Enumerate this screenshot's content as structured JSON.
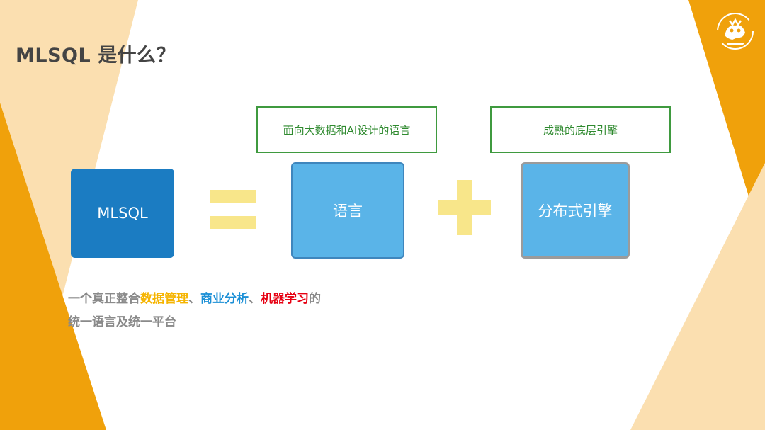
{
  "slide": {
    "title": "MLSQL 是什么？"
  },
  "labels": {
    "top_left": "面向大数据和AI设计的语言",
    "top_right": "成熟的底层引擎"
  },
  "blocks": {
    "mlsql": "MLSQL",
    "language": "语言",
    "engine": "分布式引擎"
  },
  "symbols": {
    "equals": "equals-sign",
    "plus": "plus-sign"
  },
  "tagline": {
    "line1": {
      "prefix": "一个真正整合",
      "data_mgmt": "数据管理",
      "sep1": "、",
      "biz_analysis": "商业分析",
      "sep2": "、",
      "ml": "机器学习",
      "suffix": "的"
    },
    "line2": "统一语言及统一平台"
  },
  "colors": {
    "orange": "#f0a10b",
    "peach": "#fbdfb0",
    "primary_blue": "#1b7cc2",
    "light_blue": "#5ab4e8",
    "green": "#3f9a3f",
    "highlight_yellow": "#f5b400",
    "highlight_blue": "#1b8fd6",
    "highlight_red": "#e60012"
  },
  "logo": {
    "icon": "mascot-logo-icon"
  }
}
